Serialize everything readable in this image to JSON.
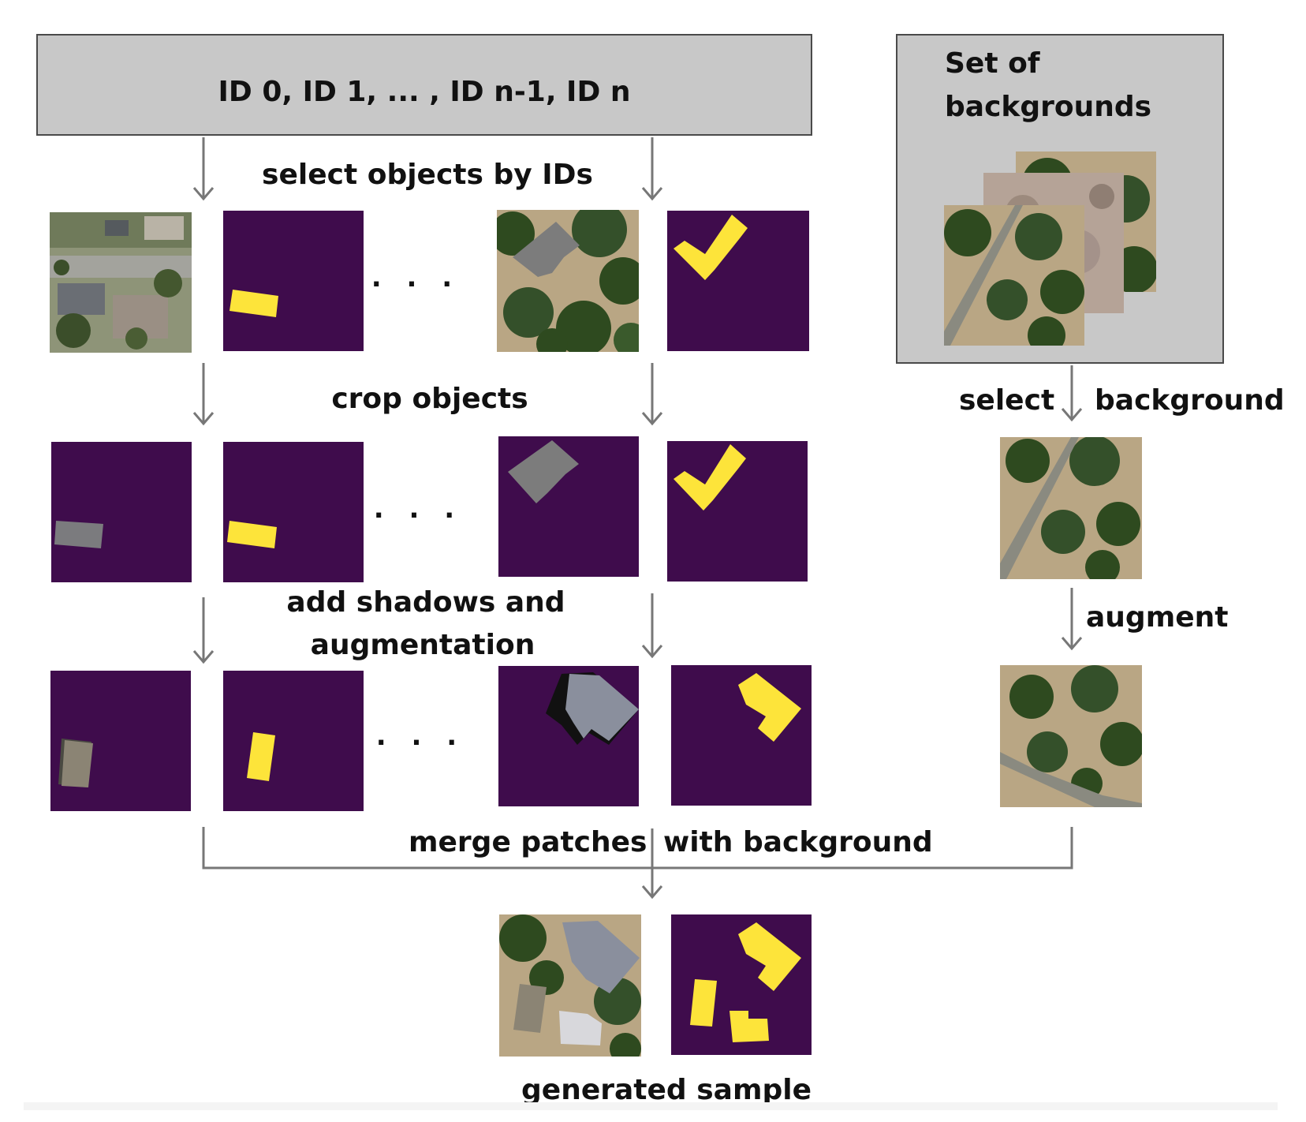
{
  "ids_box": {
    "text": "ID 0, ID 1, ... , ID n-1, ID n"
  },
  "backgrounds_box": {
    "title_line1": "Set of",
    "title_line2": "backgrounds"
  },
  "steps": {
    "select_objects": "select objects by IDs",
    "crop_objects": "crop objects",
    "add_shadows_line1": "add shadows and",
    "add_shadows_line2": "augmentation",
    "merge_left": "merge patches",
    "merge_right": "with background",
    "generated": "generated sample",
    "select_bg_left": "select",
    "select_bg_right": "background",
    "augment": "augment"
  },
  "ellipsis": ". . .",
  "colors": {
    "mask_bg": "#3f0c4c",
    "mask_fg": "#fde43a",
    "box_fill": "#c8c8c8",
    "box_border": "#4a4a4a",
    "arrow": "#777777",
    "vegetation": "#2e4a1f",
    "ground": "#b9a684",
    "roof": "#808080"
  }
}
